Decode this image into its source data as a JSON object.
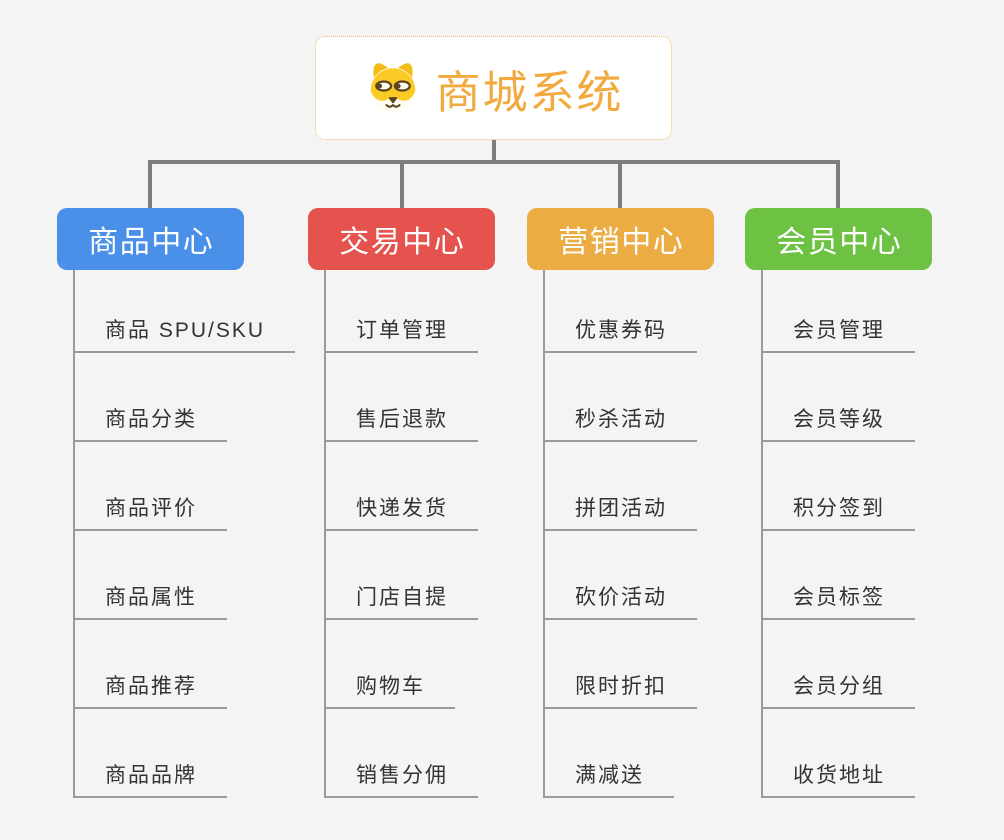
{
  "root": {
    "title": "商城系统",
    "icon": "dog-face-icon"
  },
  "branches": [
    {
      "label": "商品中心",
      "color": "#4B90E8",
      "items": [
        "商品 SPU/SKU",
        "商品分类",
        "商品评价",
        "商品属性",
        "商品推荐",
        "商品品牌"
      ]
    },
    {
      "label": "交易中心",
      "color": "#E5534F",
      "items": [
        "订单管理",
        "售后退款",
        "快递发货",
        "门店自提",
        "购物车",
        "销售分佣"
      ]
    },
    {
      "label": "营销中心",
      "color": "#EBAC43",
      "items": [
        "优惠券码",
        "秒杀活动",
        "拼团活动",
        "砍价活动",
        "限时折扣",
        "满减送"
      ]
    },
    {
      "label": "会员中心",
      "color": "#6DC244",
      "items": [
        "会员管理",
        "会员等级",
        "积分签到",
        "会员标签",
        "会员分组",
        "收货地址"
      ]
    }
  ],
  "colors": {
    "background": "#F4F4F4",
    "connector": "#7E7E7E",
    "subtopic_line": "#9A9A9A",
    "subtopic_text": "#333333",
    "root_text": "#F2A93D",
    "root_border": "#F0BA6A",
    "root_bg": "#FFFFFF"
  }
}
